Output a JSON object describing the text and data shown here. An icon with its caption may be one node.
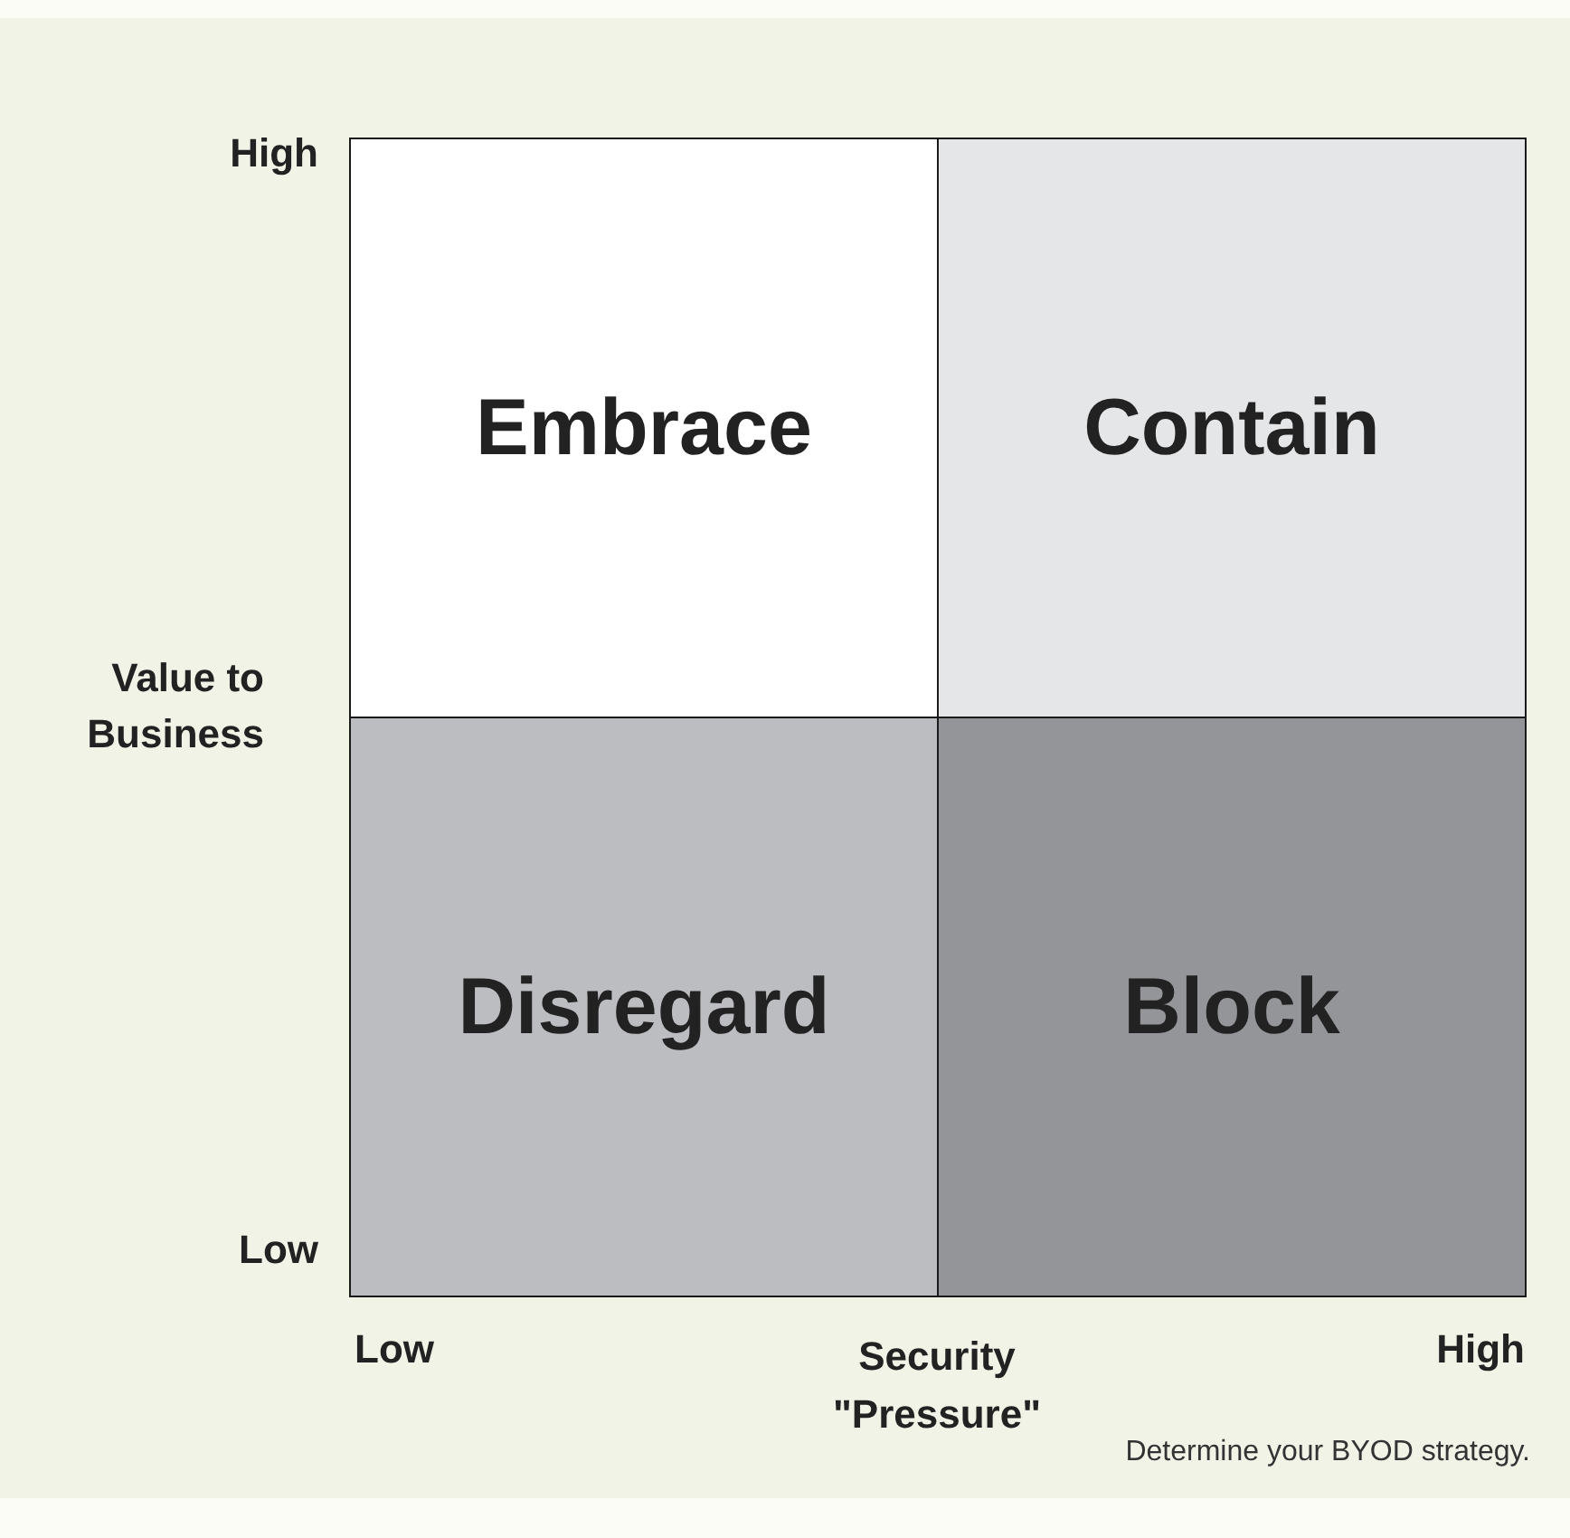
{
  "diagram": {
    "caption": "Determine your BYOD strategy.",
    "nodes": [
      {
        "text": [
          "Embrace"
        ]
      },
      {
        "text": [
          "Contain"
        ]
      },
      {
        "text": [
          "Disregard"
        ]
      },
      {
        "text": [
          "Block"
        ]
      }
    ],
    "labels": [
      "High",
      "Value to Business",
      "Low",
      "Low",
      "Security \"Pressure\"",
      "High"
    ]
  }
}
